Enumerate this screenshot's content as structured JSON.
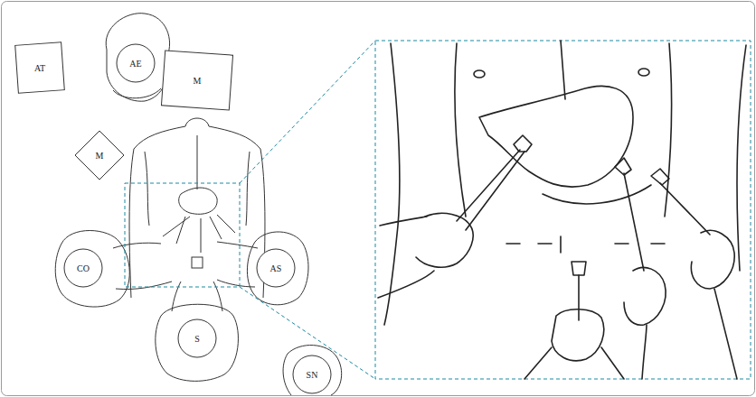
{
  "diagram": {
    "nodes": [
      {
        "text": [
          "AE"
        ]
      },
      {
        "text": [
          "AT"
        ]
      },
      {
        "text": [
          "M"
        ]
      },
      {
        "text": [
          "M"
        ]
      },
      {
        "text": [
          "CO"
        ]
      },
      {
        "text": [
          "AS"
        ]
      },
      {
        "text": [
          "S"
        ]
      },
      {
        "text": [
          "SN"
        ]
      }
    ]
  }
}
